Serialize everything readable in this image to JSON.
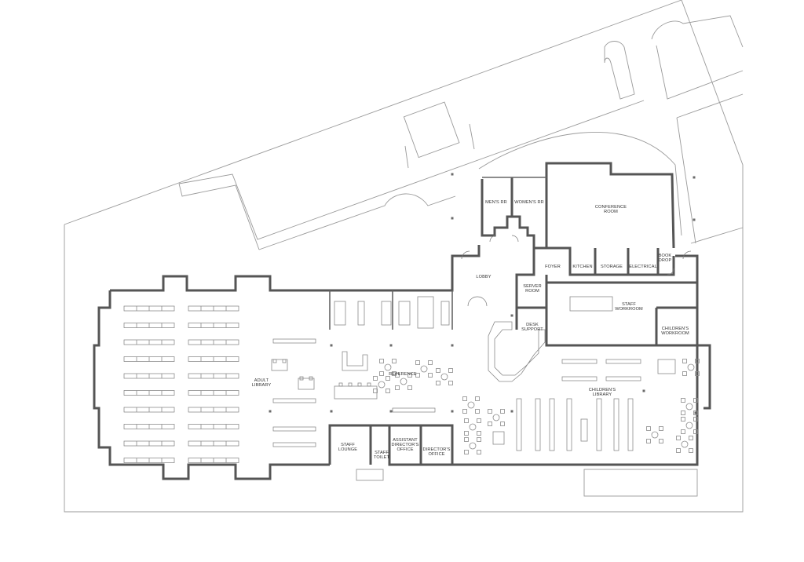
{
  "rooms": {
    "mens_rr": [
      "MEN'S RR"
    ],
    "womens_rr": [
      "WOMEN'S RR"
    ],
    "conference_room": [
      "CONFERENCE",
      "ROOM"
    ],
    "lobby": [
      "LOBBY"
    ],
    "foyer": [
      "FOYER"
    ],
    "kitchen": [
      "KITCHEN"
    ],
    "storage": [
      "STORAGE"
    ],
    "electrical": [
      "ELECTRICAL"
    ],
    "book_drop": [
      "BOOK",
      "DROP"
    ],
    "server_room": [
      "SERVER",
      "ROOM"
    ],
    "staff_workroom": [
      "STAFF",
      "WORKROOM"
    ],
    "desk_support": [
      "DESK",
      "SUPPORT"
    ],
    "childrens_workroom": [
      "CHILDREN'S",
      "WORKROOM"
    ],
    "adult_library": [
      "ADULT",
      "LIBRARY"
    ],
    "reference": [
      "REFERENCE"
    ],
    "childrens_library": [
      "CHILDREN'S",
      "LIBRARY"
    ],
    "staff_lounge": [
      "STAFF",
      "LOUNGE"
    ],
    "staff_toilet": [
      "STAFF",
      "TOILET"
    ],
    "assistant_directors_office": [
      "ASSISTANT",
      "DIRECTOR'S",
      "OFFICE"
    ],
    "directors_office": [
      "DIRECTOR'S",
      "OFFICE"
    ]
  },
  "colors": {
    "wall": "#555555",
    "site_line": "#9a9a9a",
    "furniture": "#8a8a8a",
    "label": "#333333"
  }
}
